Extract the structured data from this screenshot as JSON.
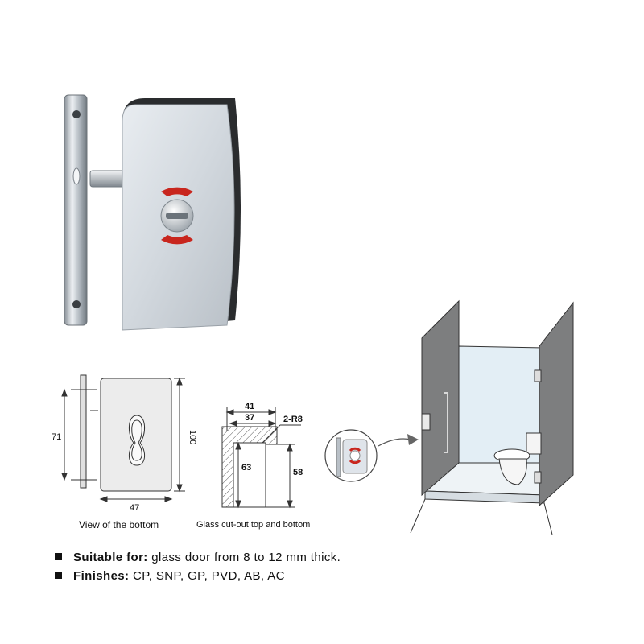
{
  "colors": {
    "indicator_red": "#c8261e",
    "chrome_light": "#dfe4ea",
    "chrome_dark": "#7c848c",
    "glass": "#e3eef5",
    "panel": "#7d7e7f"
  },
  "bottom_view": {
    "dim_height": "71",
    "dim_width": "47",
    "dim_total": "100",
    "caption": "View of the bottom"
  },
  "cutout": {
    "dim_outer": "41",
    "dim_inner": "37",
    "dim_radius": "2-R8",
    "dim_left_depth": "63",
    "dim_right_depth": "58",
    "caption": "Glass cut-out top and bottom"
  },
  "specs": [
    {
      "label": "Suitable for:",
      "text": " glass door from 8 to 12 mm thick."
    },
    {
      "label": "Finishes:",
      "text": " CP, SNP, GP, PVD, AB, AC"
    }
  ]
}
